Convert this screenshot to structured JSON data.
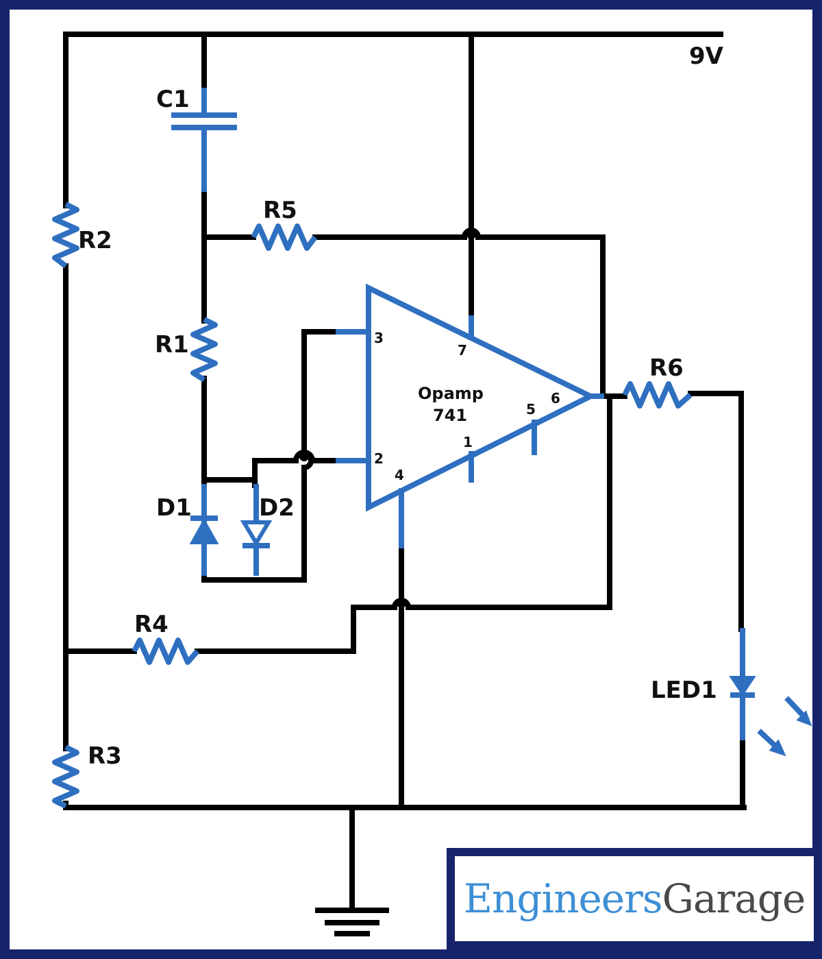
{
  "supply_label": "9V",
  "components": {
    "c1": "C1",
    "r1": "R1",
    "r2": "R2",
    "r3": "R3",
    "r4": "R4",
    "r5": "R5",
    "r6": "R6",
    "d1": "D1",
    "d2": "D2",
    "led1": "LED1"
  },
  "opamp": {
    "name": "Opamp",
    "part": "741",
    "pins": {
      "p1": "1",
      "p2": "2",
      "p3": "3",
      "p4": "4",
      "p5": "5",
      "p6": "6",
      "p7": "7"
    }
  },
  "brand": {
    "part1": "Engineers",
    "part2": "Garage"
  },
  "colors": {
    "frame": "#17246b",
    "wire": "#000000",
    "component": "#2f6fc0",
    "brand_blue": "#3d8fd6",
    "brand_gray": "#4a4a4a"
  }
}
